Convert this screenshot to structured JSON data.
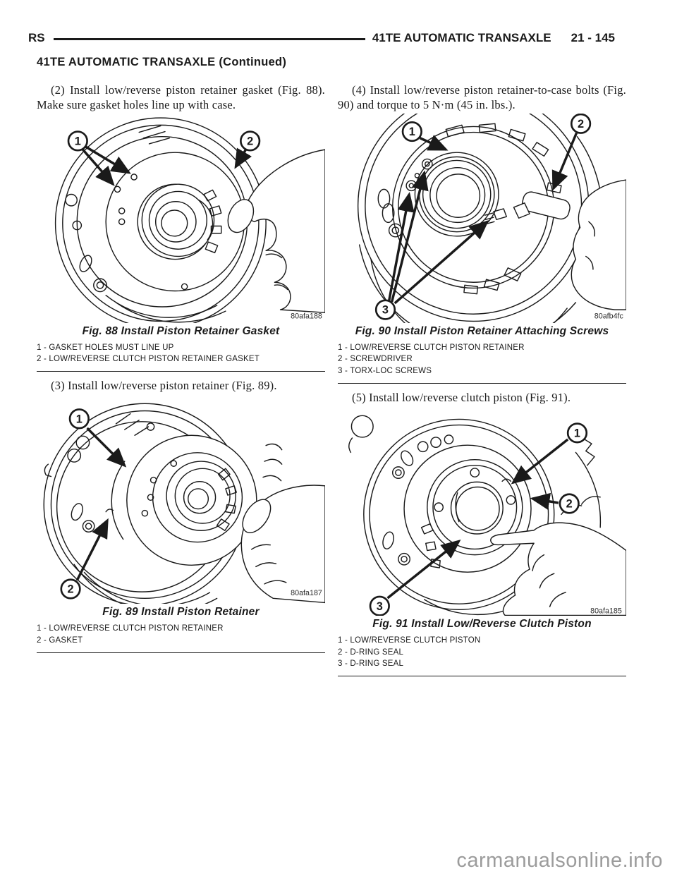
{
  "header": {
    "model_code": "RS",
    "section_title": "41TE AUTOMATIC TRANSAXLE",
    "page_number": "21 - 145",
    "continued_title": "41TE AUTOMATIC TRANSAXLE (Continued)"
  },
  "steps": [
    {
      "text": "(2) Install low/reverse piston retainer gasket (Fig. 88). Make sure gasket holes line up with case."
    },
    {
      "text": "(3) Install low/reverse piston retainer (Fig. 89)."
    },
    {
      "text": "(4) Install low/reverse piston retainer-to-case bolts (Fig. 90) and torque to 5 N·m (45 in. lbs.)."
    },
    {
      "text": "(5) Install low/reverse clutch piston (Fig. 91)."
    }
  ],
  "figures": [
    {
      "caption": "Fig. 88 Install Piston Retainer Gasket",
      "image_code": "80afa188",
      "callouts": [
        "1",
        "2"
      ],
      "legend": [
        "1 - GASKET HOLES MUST LINE UP",
        "2 - LOW/REVERSE CLUTCH PISTON RETAINER GASKET"
      ]
    },
    {
      "caption": "Fig. 89 Install Piston Retainer",
      "image_code": "80afa187",
      "callouts": [
        "1",
        "2"
      ],
      "legend": [
        "1 - LOW/REVERSE CLUTCH PISTON RETAINER",
        "2 - GASKET"
      ]
    },
    {
      "caption": "Fig. 90 Install Piston Retainer Attaching Screws",
      "image_code": "80afb4fc",
      "callouts": [
        "1",
        "2",
        "3"
      ],
      "legend": [
        "1 - LOW/REVERSE CLUTCH PISTON RETAINER",
        "2 - SCREWDRIVER",
        "3 - TORX-LOC SCREWS"
      ]
    },
    {
      "caption": "Fig. 91 Install Low/Reverse Clutch Piston",
      "image_code": "80afa185",
      "callouts": [
        "1",
        "2",
        "3"
      ],
      "legend": [
        "1 - LOW/REVERSE CLUTCH PISTON",
        "2 - D-RING SEAL",
        "3 - D-RING SEAL"
      ]
    }
  ],
  "watermark": "carmanualsonline.info",
  "colors": {
    "ink": "#1a1a1a",
    "paper": "#ffffff",
    "watermark_gray": "#9c9c9c"
  }
}
